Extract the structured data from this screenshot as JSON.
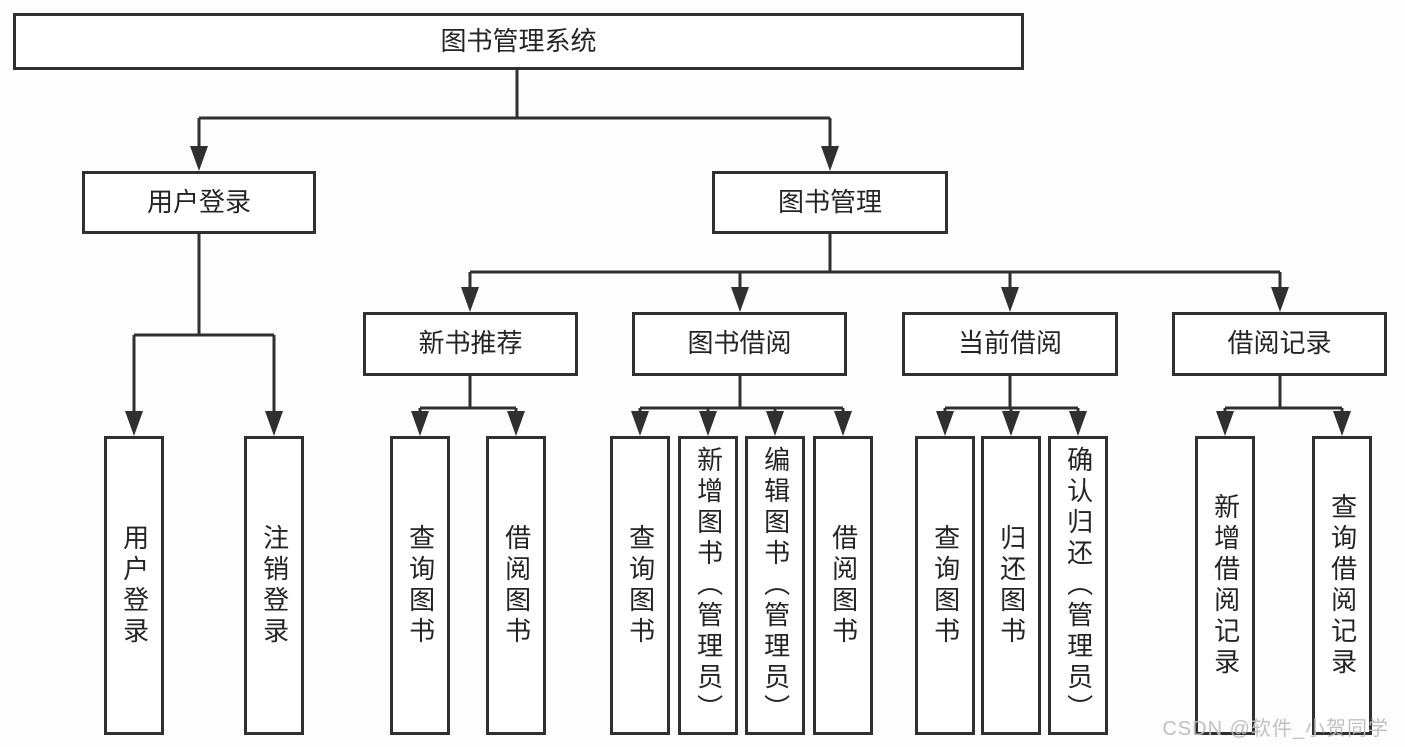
{
  "tree": {
    "label": "图书管理系统",
    "children": [
      {
        "label": "用户登录",
        "children": [
          {
            "label": "用户登录"
          },
          {
            "label": "注销登录"
          }
        ]
      },
      {
        "label": "图书管理",
        "children": [
          {
            "label": "新书推荐",
            "children": [
              {
                "label": "查询图书"
              },
              {
                "label": "借阅图书"
              }
            ]
          },
          {
            "label": "图书借阅",
            "children": [
              {
                "label": "查询图书"
              },
              {
                "label": "新增图书（管理员）"
              },
              {
                "label": "编辑图书（管理员）"
              },
              {
                "label": "借阅图书"
              }
            ]
          },
          {
            "label": "当前借阅",
            "children": [
              {
                "label": "查询图书"
              },
              {
                "label": "归还图书"
              },
              {
                "label": "确认归还（管理员）"
              }
            ]
          },
          {
            "label": "借阅记录",
            "children": [
              {
                "label": "新增借阅记录"
              },
              {
                "label": "查询借阅记录"
              }
            ]
          }
        ]
      }
    ]
  },
  "watermark": {
    "text": "CSDN @软件_小贺同学"
  },
  "colors": {
    "line": "#303030",
    "box_background": "#ffffff",
    "text": "#242424",
    "watermark": "#bdbdbd",
    "background": "#fdfdfd"
  }
}
